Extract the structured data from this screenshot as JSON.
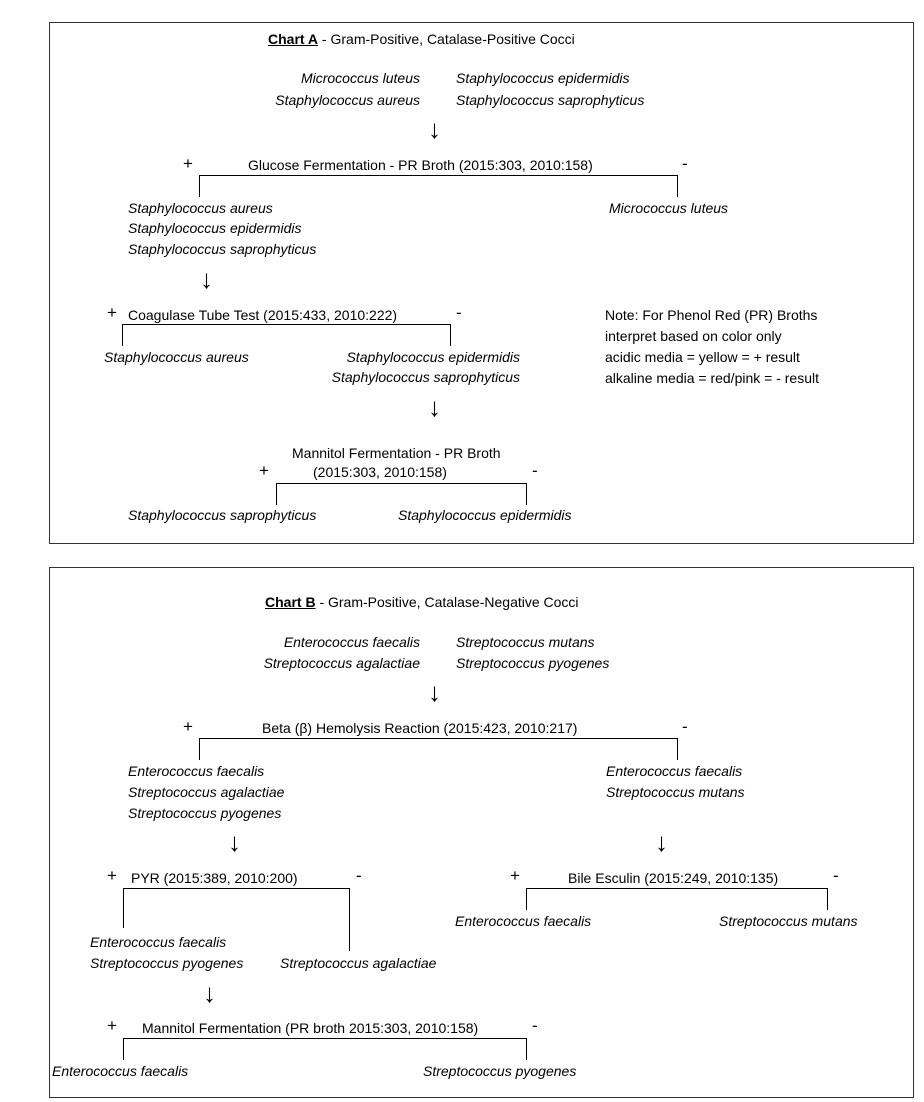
{
  "chart_a": {
    "title_name": "Chart A",
    "title_rest": " - Gram-Positive, Catalase-Positive Cocci",
    "start_left": [
      "Micrococcus luteus",
      "Staphylococcus aureus"
    ],
    "start_right": [
      "Staphylococcus epidermidis",
      "Staphylococcus saprophyticus"
    ],
    "test1": "Glucose Fermentation - PR Broth (2015:303, 2010:158)",
    "test1_pos": [
      "Staphylococcus aureus",
      "Staphylococcus epidermidis",
      "Staphylococcus saprophyticus"
    ],
    "test1_neg": "Micrococcus luteus",
    "test2": "Coagulase Tube Test (2015:433, 2010:222)",
    "test2_pos": "Staphylococcus aureus",
    "test2_neg": [
      "Staphylococcus epidermidis",
      "Staphylococcus saprophyticus"
    ],
    "note": [
      "Note: For Phenol Red (PR) Broths",
      "interpret based on color only",
      "acidic media = yellow = + result",
      "alkaline media = red/pink = - result"
    ],
    "test3_line1": "Mannitol Fermentation - PR Broth",
    "test3_line2": "(2015:303, 2010:158)",
    "test3_pos": "Staphylococcus saprophyticus",
    "test3_neg": "Staphylococcus epidermidis"
  },
  "chart_b": {
    "title_name": "Chart B",
    "title_rest": " - Gram-Positive, Catalase-Negative Cocci",
    "start_left": [
      "Enterococcus faecalis",
      "Streptococcus agalactiae"
    ],
    "start_right": [
      "Streptococcus mutans",
      "Streptococcus pyogenes"
    ],
    "test1": "Beta (β) Hemolysis Reaction (2015:423, 2010:217)",
    "test1_pos": [
      "Enterococcus faecalis",
      "Streptococcus agalactiae",
      "Streptococcus pyogenes"
    ],
    "test1_neg": [
      "Enterococcus faecalis",
      "Streptococcus mutans"
    ],
    "test2": "PYR (2015:389, 2010:200)",
    "test2_pos": [
      "Enterococcus faecalis",
      "Streptococcus pyogenes"
    ],
    "test2_neg": "Streptococcus agalactiae",
    "test3": "Bile Esculin (2015:249, 2010:135)",
    "test3_pos": "Enterococcus faecalis",
    "test3_neg": "Streptococcus mutans",
    "test4": "Mannitol Fermentation (PR broth 2015:303, 2010:158)",
    "test4_pos": "Enterococcus faecalis",
    "test4_neg": "Streptococcus pyogenes"
  },
  "symbols": {
    "plus": "+",
    "minus": "-",
    "arrow": "↓"
  }
}
